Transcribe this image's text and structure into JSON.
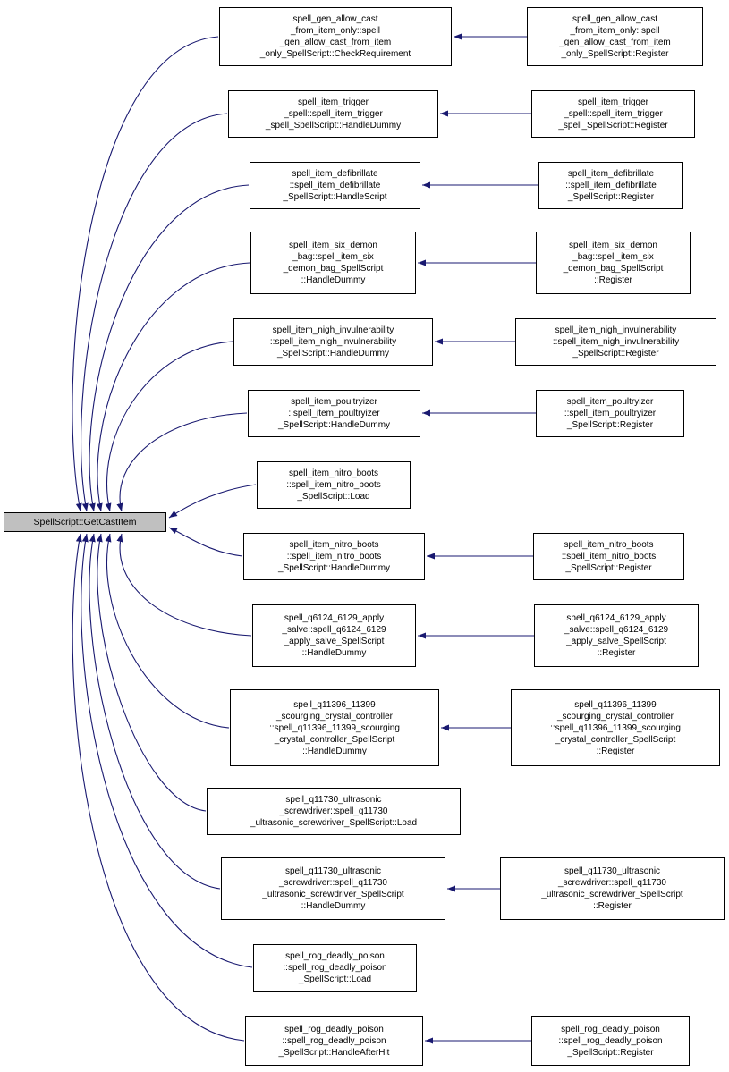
{
  "colors": {
    "edge-color": "#191970",
    "node-fill": "#ffffff",
    "node-border": "#000000",
    "root-fill": "#c0c0c0"
  },
  "root": {
    "label": "SpellScript::GetCastItem"
  },
  "rows": [
    {
      "caller": "spell_gen_allow_cast\n_from_item_only::spell\n_gen_allow_cast_from_item\n_only_SpellScript::CheckRequirement",
      "register": "spell_gen_allow_cast\n_from_item_only::spell\n_gen_allow_cast_from_item\n_only_SpellScript::Register"
    },
    {
      "caller": "spell_item_trigger\n_spell::spell_item_trigger\n_spell_SpellScript::HandleDummy",
      "register": "spell_item_trigger\n_spell::spell_item_trigger\n_spell_SpellScript::Register"
    },
    {
      "caller": "spell_item_defibrillate\n::spell_item_defibrillate\n_SpellScript::HandleScript",
      "register": "spell_item_defibrillate\n::spell_item_defibrillate\n_SpellScript::Register"
    },
    {
      "caller": "spell_item_six_demon\n_bag::spell_item_six\n_demon_bag_SpellScript\n::HandleDummy",
      "register": "spell_item_six_demon\n_bag::spell_item_six\n_demon_bag_SpellScript\n::Register"
    },
    {
      "caller": "spell_item_nigh_invulnerability\n::spell_item_nigh_invulnerability\n_SpellScript::HandleDummy",
      "register": "spell_item_nigh_invulnerability\n::spell_item_nigh_invulnerability\n_SpellScript::Register"
    },
    {
      "caller": "spell_item_poultryizer\n::spell_item_poultryizer\n_SpellScript::HandleDummy",
      "register": "spell_item_poultryizer\n::spell_item_poultryizer\n_SpellScript::Register"
    },
    {
      "caller": "spell_item_nitro_boots\n::spell_item_nitro_boots\n_SpellScript::Load"
    },
    {
      "caller": "spell_item_nitro_boots\n::spell_item_nitro_boots\n_SpellScript::HandleDummy",
      "register": "spell_item_nitro_boots\n::spell_item_nitro_boots\n_SpellScript::Register"
    },
    {
      "caller": "spell_q6124_6129_apply\n_salve::spell_q6124_6129\n_apply_salve_SpellScript\n::HandleDummy",
      "register": "spell_q6124_6129_apply\n_salve::spell_q6124_6129\n_apply_salve_SpellScript\n::Register"
    },
    {
      "caller": "spell_q11396_11399\n_scourging_crystal_controller\n::spell_q11396_11399_scourging\n_crystal_controller_SpellScript\n::HandleDummy",
      "register": "spell_q11396_11399\n_scourging_crystal_controller\n::spell_q11396_11399_scourging\n_crystal_controller_SpellScript\n::Register"
    },
    {
      "caller": "spell_q11730_ultrasonic\n_screwdriver::spell_q11730\n_ultrasonic_screwdriver_SpellScript::Load"
    },
    {
      "caller": "spell_q11730_ultrasonic\n_screwdriver::spell_q11730\n_ultrasonic_screwdriver_SpellScript\n::HandleDummy",
      "register": "spell_q11730_ultrasonic\n_screwdriver::spell_q11730\n_ultrasonic_screwdriver_SpellScript\n::Register"
    },
    {
      "caller": "spell_rog_deadly_poison\n::spell_rog_deadly_poison\n_SpellScript::Load"
    },
    {
      "caller": "spell_rog_deadly_poison\n::spell_rog_deadly_poison\n_SpellScript::HandleAfterHit",
      "register": "spell_rog_deadly_poison\n::spell_rog_deadly_poison\n_SpellScript::Register"
    }
  ]
}
